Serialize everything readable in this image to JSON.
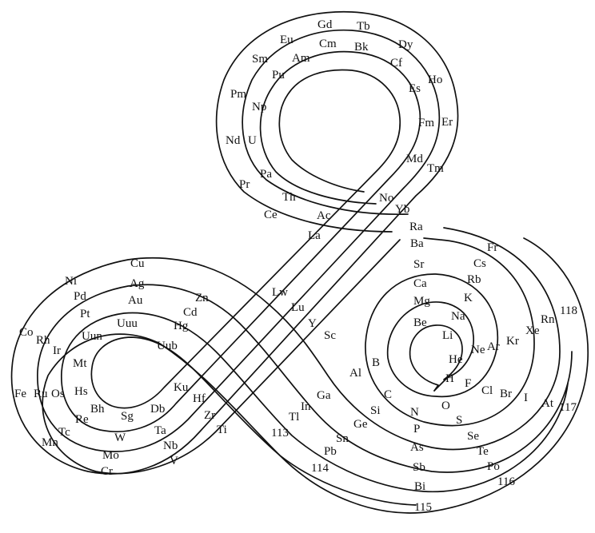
{
  "diagram": {
    "elements": {
      "H": "H",
      "He": "He",
      "Li": "Li",
      "Be": "Be",
      "B": "B",
      "C": "C",
      "N": "N",
      "O": "O",
      "F": "F",
      "Ne": "Ne",
      "Na": "Na",
      "Mg": "Mg",
      "Al": "Al",
      "Si": "Si",
      "P": "P",
      "S": "S",
      "Cl": "Cl",
      "Ar": "Ar",
      "K": "K",
      "Ca": "Ca",
      "Sc": "Sc",
      "Ti": "Ti",
      "V": "V",
      "Cr": "Cr",
      "Mn": "Mn",
      "Fe": "Fe",
      "Co": "Co",
      "Ni": "Ni",
      "Cu": "Cu",
      "Zn": "Zn",
      "Ga": "Ga",
      "Ge": "Ge",
      "As": "As",
      "Se": "Se",
      "Br": "Br",
      "Kr": "Kr",
      "Rb": "Rb",
      "Sr": "Sr",
      "Y": "Y",
      "Zr": "Zr",
      "Nb": "Nb",
      "Mo": "Mo",
      "Tc": "Tc",
      "Ru": "Ru",
      "Rh": "Rh",
      "Pd": "Pd",
      "Ag": "Ag",
      "Cd": "Cd",
      "In": "In",
      "Sn": "Sn",
      "Sb": "Sb",
      "Te": "Te",
      "I": "I",
      "Xe": "Xe",
      "Cs": "Cs",
      "Ba": "Ba",
      "La": "La",
      "Ce": "Ce",
      "Pr": "Pr",
      "Nd": "Nd",
      "Pm": "Pm",
      "Sm": "Sm",
      "Eu": "Eu",
      "Gd": "Gd",
      "Tb": "Tb",
      "Dy": "Dy",
      "Ho": "Ho",
      "Er": "Er",
      "Tm": "Tm",
      "Yb": "Yb",
      "Lu": "Lu",
      "Hf": "Hf",
      "Ta": "Ta",
      "W": "W",
      "Re": "Re",
      "Os": "Os",
      "Ir": "Ir",
      "Pt": "Pt",
      "Au": "Au",
      "Hg": "Hg",
      "Tl": "Tl",
      "Pb": "Pb",
      "Bi": "Bi",
      "Po": "Po",
      "At": "At",
      "Rn": "Rn",
      "Fr": "Fr",
      "Ra": "Ra",
      "Ac": "Ac",
      "Th": "Th",
      "Pa": "Pa",
      "U": "U",
      "Np": "Np",
      "Pu": "Pu",
      "Am": "Am",
      "Cm": "Cm",
      "Bk": "Bk",
      "Cf": "Cf",
      "Es": "Es",
      "Fm": "Fm",
      "Md": "Md",
      "No": "No",
      "Lw": "Lw",
      "Ku": "Ku",
      "Db": "Db",
      "Sg": "Sg",
      "Bh": "Bh",
      "Hs": "Hs",
      "Mt": "Mt",
      "Uun": "Uun",
      "Uuu": "Uuu",
      "Uub": "Uub",
      "e113": "113",
      "e114": "114",
      "e115": "115",
      "e116": "116",
      "e117": "117",
      "e118": "118"
    }
  }
}
